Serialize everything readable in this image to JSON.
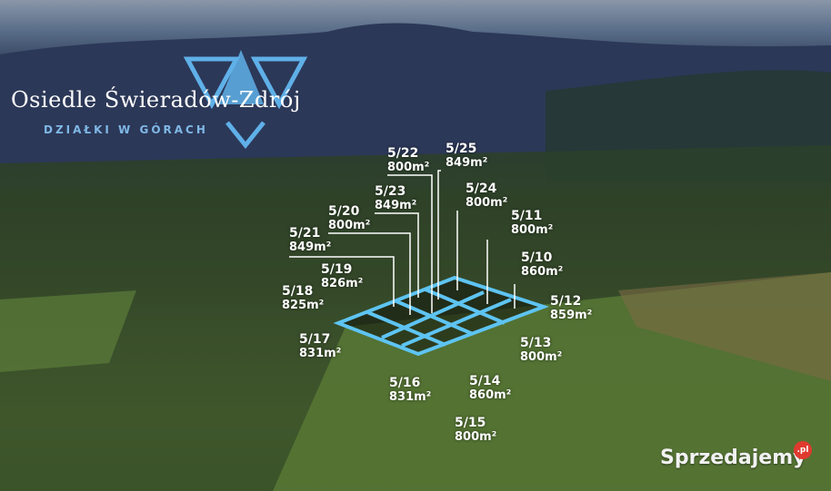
{
  "logo": {
    "title": "Osiedle Świeradów-Zdrój",
    "subtitle": "DZIAŁKI W GÓRACH",
    "accent_color": "#5fb0e8"
  },
  "plots": [
    {
      "id": "5/22",
      "area": "800m²"
    },
    {
      "id": "5/25",
      "area": "849m²"
    },
    {
      "id": "5/23",
      "area": "849m²"
    },
    {
      "id": "5/24",
      "area": "800m²"
    },
    {
      "id": "5/20",
      "area": "800m²"
    },
    {
      "id": "5/11",
      "area": "800m²"
    },
    {
      "id": "5/21",
      "area": "849m²"
    },
    {
      "id": "5/10",
      "area": "860m²"
    },
    {
      "id": "5/19",
      "area": "826m²"
    },
    {
      "id": "5/18",
      "area": "825m²"
    },
    {
      "id": "5/12",
      "area": "859m²"
    },
    {
      "id": "5/17",
      "area": "831m²"
    },
    {
      "id": "5/13",
      "area": "800m²"
    },
    {
      "id": "5/16",
      "area": "831m²"
    },
    {
      "id": "5/14",
      "area": "860m²"
    },
    {
      "id": "5/15",
      "area": "800m²"
    }
  ],
  "watermark": {
    "text": "Sprzedajemy",
    "badge": ".pl",
    "badge_color": "#e03a2f"
  }
}
